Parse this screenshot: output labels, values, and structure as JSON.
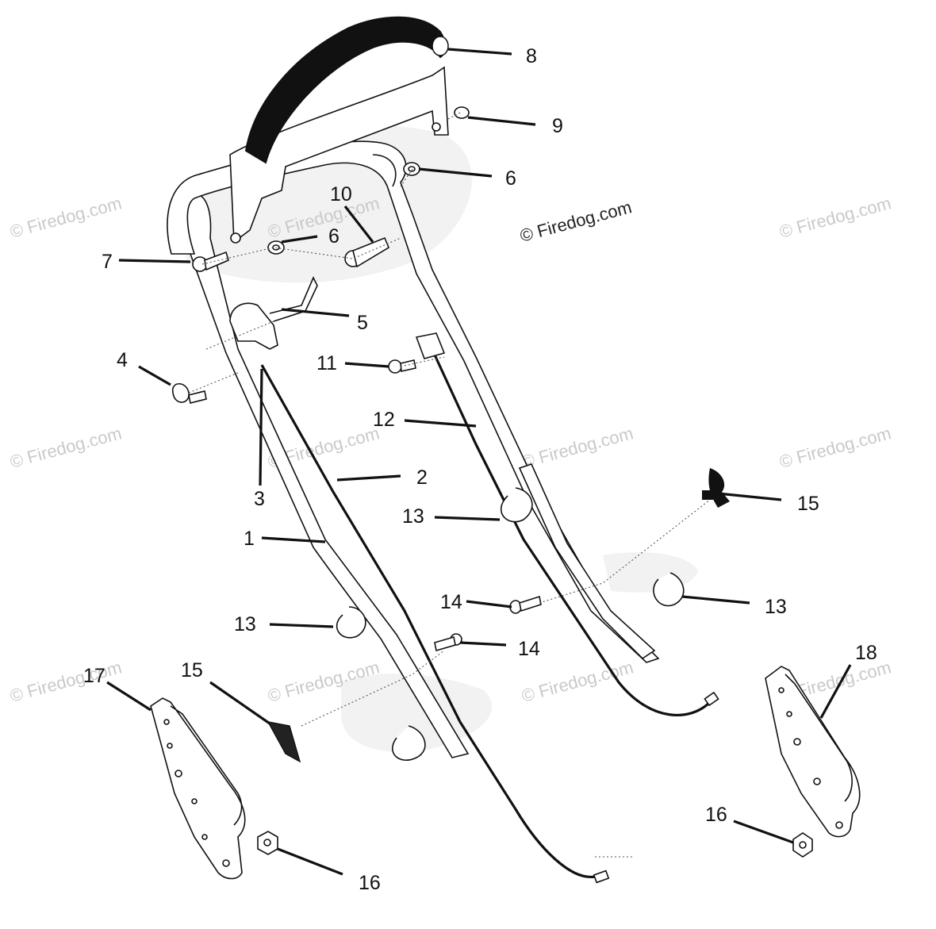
{
  "watermark": {
    "main": "© Firedog.com",
    "tile": "© Firedog.com"
  },
  "callouts": {
    "c1": "1",
    "c2": "2",
    "c3": "3",
    "c4": "4",
    "c5": "5",
    "c6a": "6",
    "c6b": "6",
    "c7": "7",
    "c8": "8",
    "c9": "9",
    "c10": "10",
    "c11": "11",
    "c12": "12",
    "c13a": "13",
    "c13b": "13",
    "c13c": "13",
    "c14a": "14",
    "c14b": "14",
    "c15a": "15",
    "c15b": "15",
    "c16a": "16",
    "c16b": "16",
    "c17": "17",
    "c18": "18"
  }
}
